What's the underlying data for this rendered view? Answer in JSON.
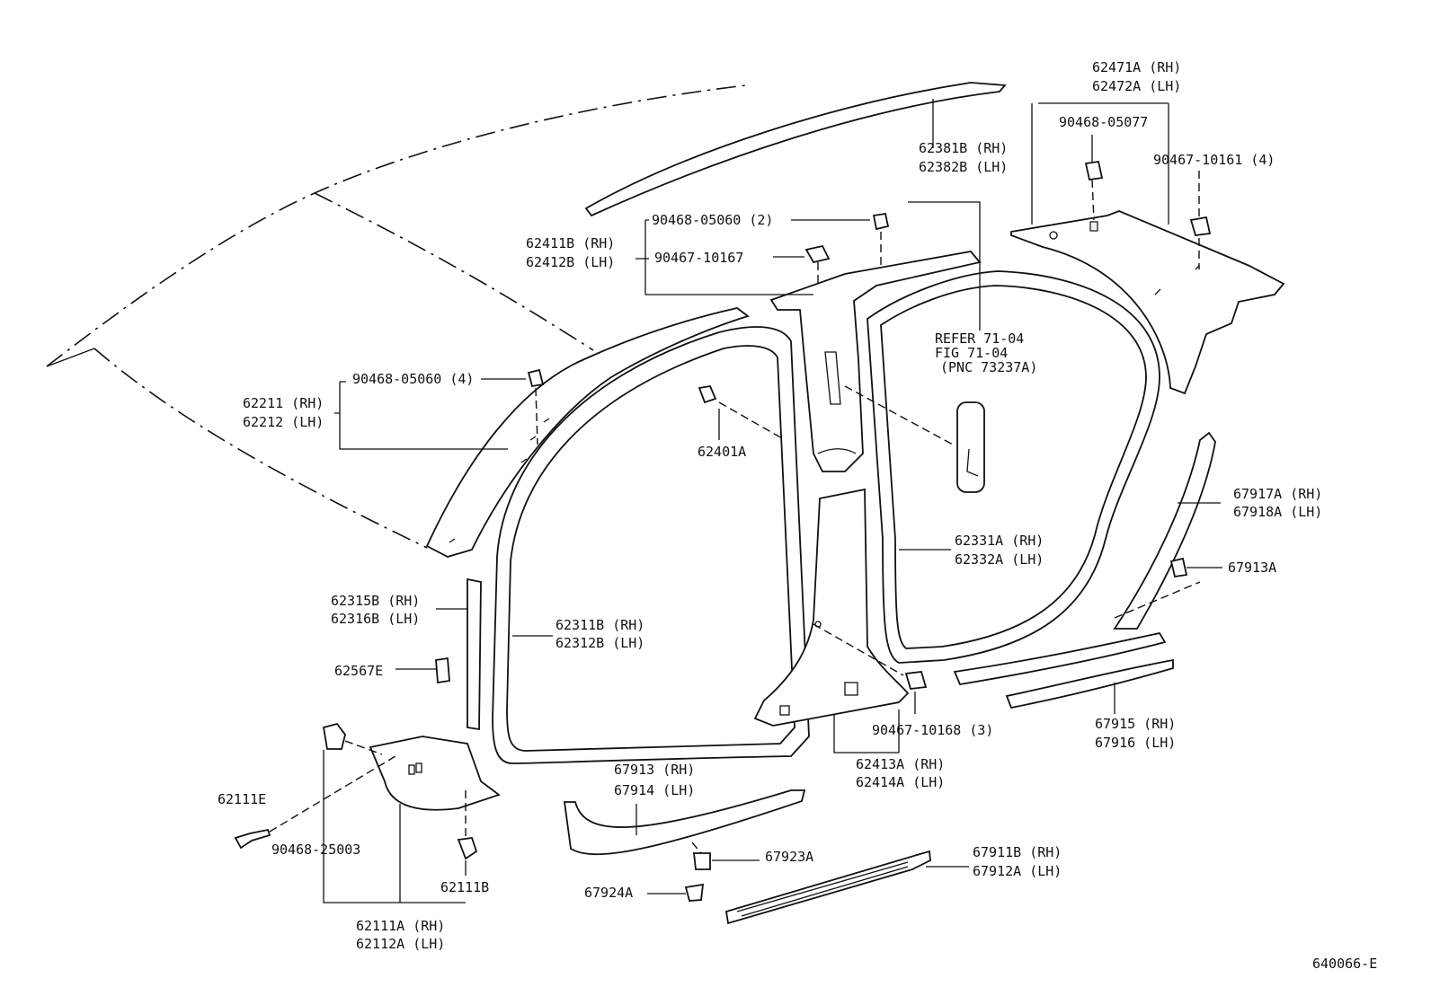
{
  "labels": {
    "p62471": "62471A (RH)",
    "p62472": "62472A (LH)",
    "p90468_05077": "90468-05077",
    "p90467_10161": "90467-10161 (4)",
    "p62381": "62381B (RH)",
    "p62382": "62382B (LH)",
    "p90468_05060_2": "90468-05060 (2)",
    "p62411": "62411B (RH)",
    "p62412": "62412B (LH)",
    "p90467_10167": "90467-10167",
    "ref1": "REFER 71-04",
    "ref2": "FIG 71-04",
    "ref3": "(PNC 73237A)",
    "p90468_05060_4": "90468-05060 (4)",
    "p62211": "62211 (RH)",
    "p62212": "62212 (LH)",
    "p62401": "62401A",
    "p67917": "67917A (RH)",
    "p67918": "67918A (LH)",
    "p62331": "62331A (RH)",
    "p62332": "62332A (LH)",
    "p67913a": "67913A",
    "p62315": "62315B (RH)",
    "p62316": "62316B (LH)",
    "p62311": "62311B (RH)",
    "p62312": "62312B (LH)",
    "p62567": "62567E",
    "p90467_10168": "90467-10168 (3)",
    "p67915": "67915 (RH)",
    "p67916": "67916 (LH)",
    "p62413": "62413A (RH)",
    "p62414": "62414A (LH)",
    "p67913": "67913 (RH)",
    "p67914": "67914 (LH)",
    "p62111e": "62111E",
    "p90468_25003": "90468-25003",
    "p67923": "67923A",
    "p62111b": "62111B",
    "p67911": "67911B (RH)",
    "p67912": "67912A (LH)",
    "p67924": "67924A",
    "p62111a": "62111A (RH)",
    "p62112a": "62112A (LH)",
    "fig_id": "640066-E"
  }
}
